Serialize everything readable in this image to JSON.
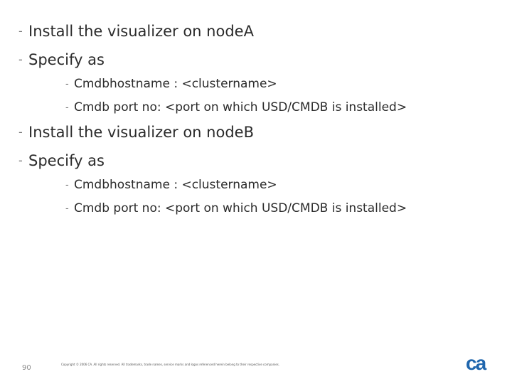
{
  "bullets": [
    {
      "level": 1,
      "text": "Install the visualizer on nodeA"
    },
    {
      "level": 1,
      "text": "Specify as"
    },
    {
      "level": 2,
      "text": "Cmdbhostname : <clustername>"
    },
    {
      "level": 2,
      "text": "Cmdb port no: <port on which USD/CMDB is installed>"
    },
    {
      "level": 1,
      "text": "Install the visualizer on nodeB"
    },
    {
      "level": 1,
      "text": "Specify as"
    },
    {
      "level": 2,
      "text": "Cmdbhostname : <clustername>"
    },
    {
      "level": 2,
      "text": "Cmdb port no: <port on which USD/CMDB is installed>"
    }
  ],
  "bullet_marker": "-",
  "footer": {
    "page_number": "90",
    "copyright": "Copyright © 2006 CA. All rights reserved. All trademarks, trade names, service marks and logos referenced herein belong to their respective companies.",
    "logo_text": "ca",
    "logo_color": "#1f66ad"
  }
}
